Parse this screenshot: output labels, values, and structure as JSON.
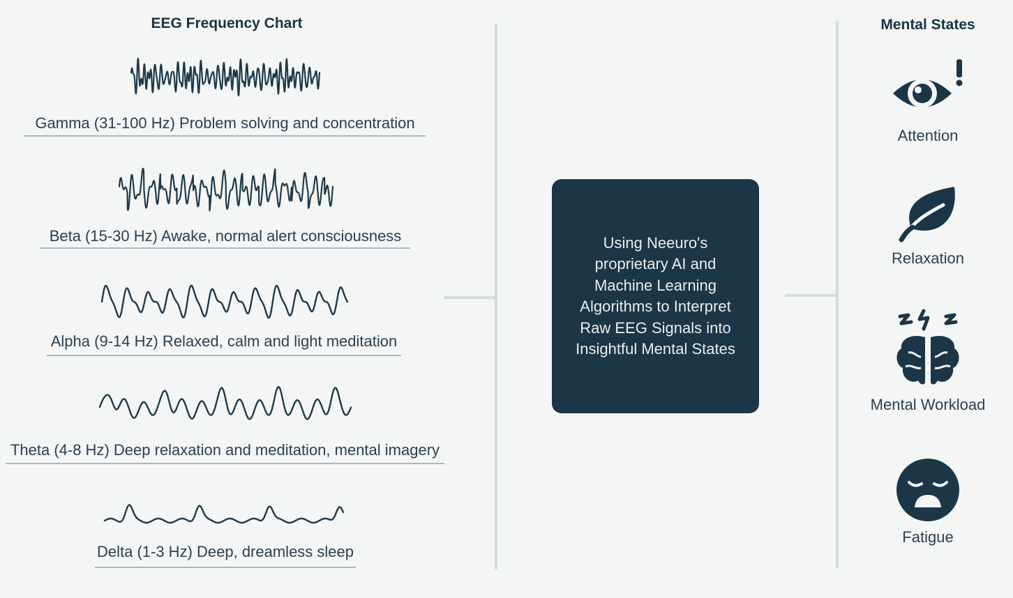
{
  "left_title": "EEG Frequency Chart",
  "right_title": "Mental States",
  "waves": [
    {
      "name": "gamma",
      "label": "Gamma (31-100 Hz) Problem solving and concentration"
    },
    {
      "name": "beta",
      "label": "Beta (15-30 Hz) Awake, normal alert consciousness"
    },
    {
      "name": "alpha",
      "label": "Alpha (9-14 Hz) Relaxed, calm and light meditation"
    },
    {
      "name": "theta",
      "label": "Theta (4-8 Hz) Deep relaxation and meditation, mental imagery"
    },
    {
      "name": "delta",
      "label": "Delta (1-3 Hz) Deep, dreamless sleep"
    }
  ],
  "center_text": "Using Neeuro's\nproprietary AI and\nMachine Learning\nAlgorithms to Interpret\nRaw EEG Signals into\nInsightful Mental States",
  "states": [
    {
      "label": "Attention",
      "icon": "eye-alert-icon"
    },
    {
      "label": "Relaxation",
      "icon": "leaf-icon"
    },
    {
      "label": "Mental Workload",
      "icon": "brain-stress-icon"
    },
    {
      "label": "Fatigue",
      "icon": "tired-face-icon"
    }
  ],
  "colors": {
    "primary": "#1b3646",
    "connector": "#d3dcde",
    "background": "#f4f5f5"
  }
}
